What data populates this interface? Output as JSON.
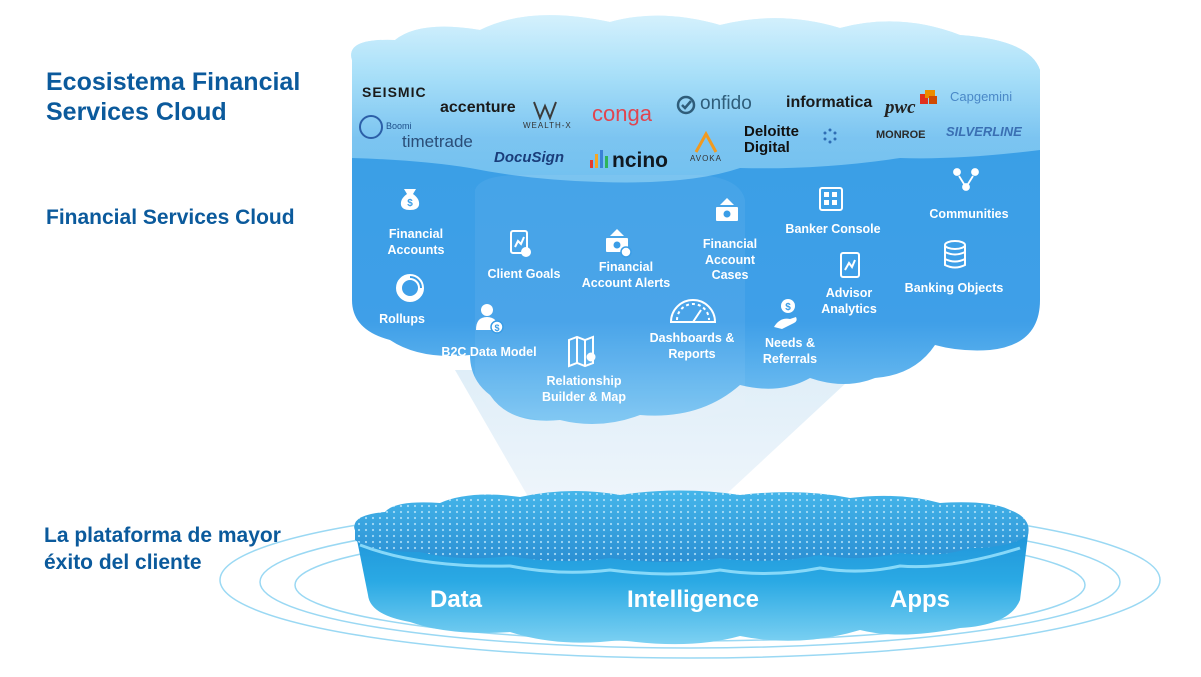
{
  "labels": {
    "ecosystem": "Ecosistema Financial Services Cloud",
    "fsc": "Financial Services Cloud",
    "platform": "La plataforma de mayor éxito del cliente"
  },
  "partners": {
    "seismic": "SEISMIC",
    "accenture": "accenture",
    "wealthx": "WEALTH-X",
    "conga": "conga",
    "onfido": "onfido",
    "informatica": "informatica",
    "pwc": "pwc",
    "capgemini": "Capgemini",
    "dell_boomi": "Boomi",
    "timetrade": "timetrade",
    "docusign": "DocuSign",
    "ncino": "ncino",
    "avoka": "AVOKA",
    "deloitte_1": "Deloitte",
    "deloitte_2": "Digital",
    "westmonroe": "MONROE",
    "silverline": "SILVERLINE"
  },
  "features": {
    "financial_accounts": "Financial\nAccounts",
    "rollups": "Rollups",
    "client_goals": "Client Goals",
    "financial_account_alerts": "Financial\nAccount Alerts",
    "financial_account_cases": "Financial\nAccount\nCases",
    "banker_console": "Banker Console",
    "communities": "Communities",
    "banking_objects": "Banking Objects",
    "advisor_analytics": "Advisor\nAnalytics",
    "b2c_data_model": "B2C Data Model",
    "dashboards_reports": "Dashboards &\nReports",
    "needs_referrals": "Needs &\nReferrals",
    "relationship_builder": "Relationship\nBuilder & Map"
  },
  "platform_layers": {
    "data": "Data",
    "intelligence": "Intelligence",
    "apps": "Apps"
  },
  "colors": {
    "heading_blue": "#0b5a9c",
    "cloud_top": "#7fd3f7",
    "cloud_body": "#3a9de6",
    "cloud_dark": "#1f7fd6",
    "platform": "#2ea2df"
  }
}
